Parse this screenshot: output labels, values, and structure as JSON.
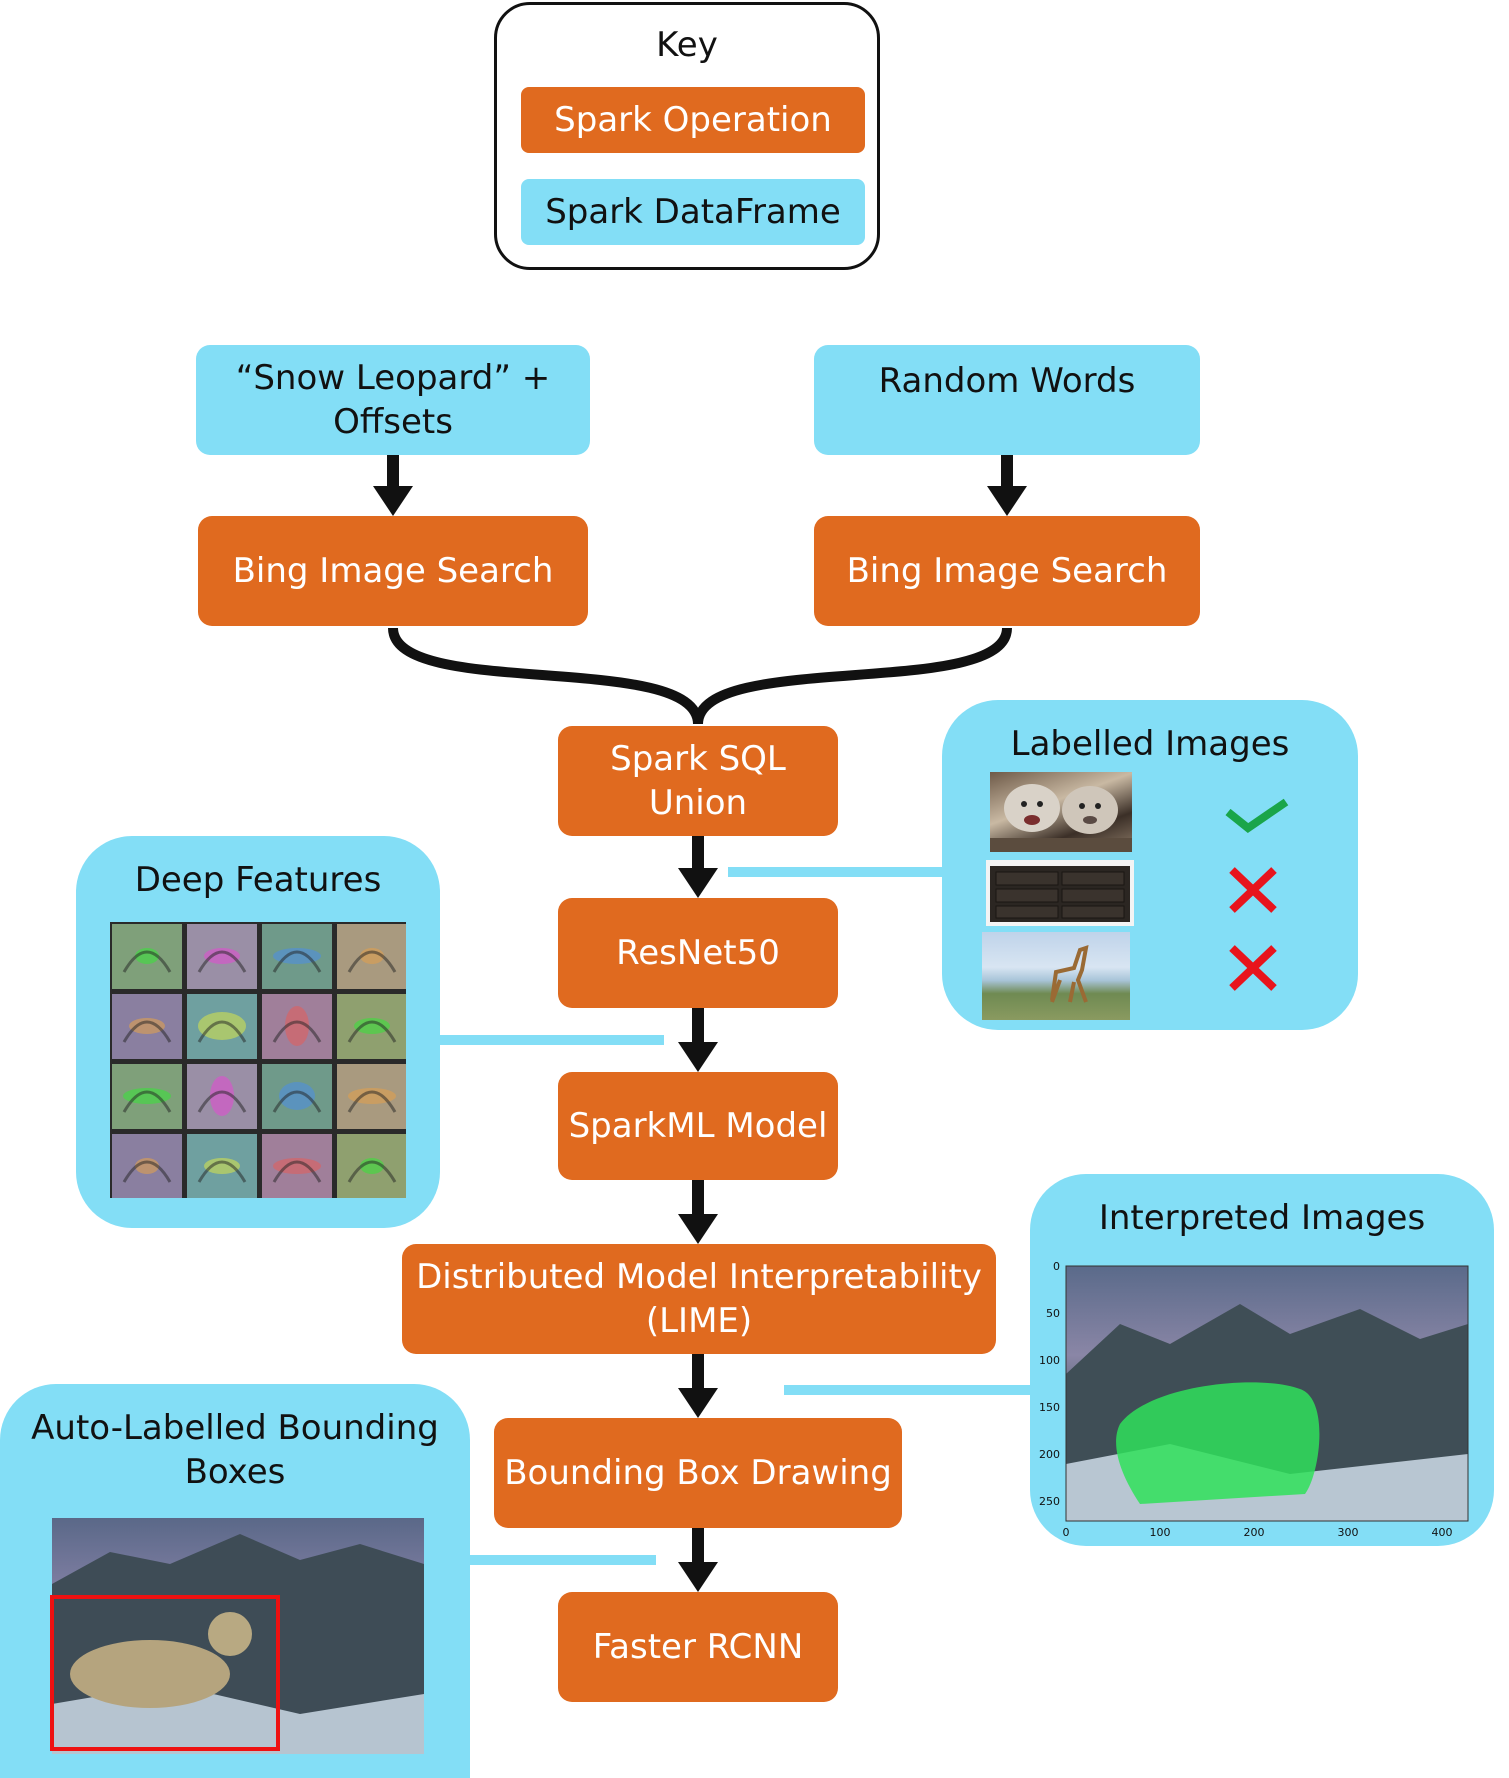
{
  "key": {
    "title": "Key",
    "operation_label": "Spark Operation",
    "dataframe_label": "Spark DataFrame"
  },
  "colors": {
    "operation": "#e06a1f",
    "dataframe": "#83def6",
    "check": "#1aa54a",
    "cross": "#e8141c",
    "bbox": "#ee1111"
  },
  "nodes": {
    "snow_leopard": "“Snow Leopard” + Offsets",
    "random_words": "Random Words",
    "bing_left": "Bing Image Search",
    "bing_right": "Bing Image Search",
    "union": "Spark SQL Union",
    "resnet": "ResNet50",
    "sparkml": "SparkML Model",
    "lime": "Distributed Model Interpretability (LIME)",
    "bbox": "Bounding Box Drawing",
    "rcnn": "Faster RCNN"
  },
  "panels": {
    "labelled": {
      "title": "Labelled Images",
      "marks": [
        "check-icon",
        "cross-icon",
        "cross-icon"
      ]
    },
    "deep": {
      "title": "Deep Features"
    },
    "interpreted": {
      "title": "Interpreted Images",
      "y_ticks": [
        "0",
        "50",
        "100",
        "150",
        "200",
        "250"
      ],
      "x_ticks": [
        "0",
        "100",
        "200",
        "300",
        "400"
      ]
    },
    "autolabel": {
      "title": "Auto-Labelled Bounding Boxes"
    }
  }
}
